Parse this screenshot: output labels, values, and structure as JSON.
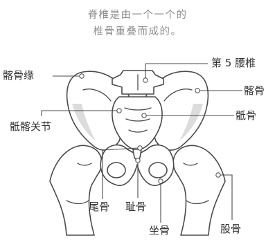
{
  "caption": {
    "line1": "脊椎是由一个一个的",
    "line2": "椎骨重叠而成的。"
  },
  "labels": {
    "iliac_crest": "髂骨缘",
    "fifth_lumbar": "第 5 腰椎",
    "ilium": "髂骨",
    "sacroiliac_joint": "骶髂关节",
    "sacrum": "骶骨",
    "coccyx": "尾骨",
    "pubis": "耻骨",
    "ischium": "坐骨",
    "femur": "股骨"
  },
  "colors": {
    "line": "#4a4a4a",
    "caption": "#8e8e8e",
    "text": "#333333",
    "bone_fill": "#ffffff",
    "shade": "#dcdcdc"
  }
}
